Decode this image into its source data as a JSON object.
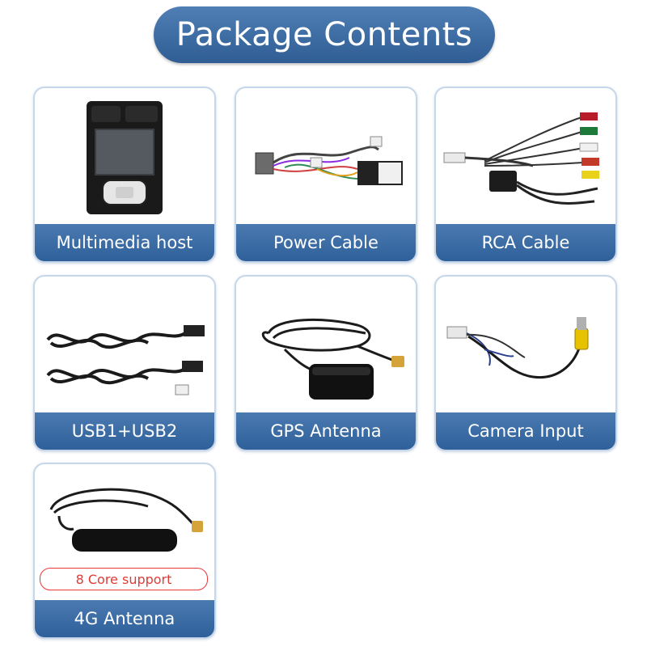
{
  "header": {
    "title": "Package Contents"
  },
  "items": [
    {
      "label": "Multimedia host",
      "icon": "head-unit-icon"
    },
    {
      "label": "Power Cable",
      "icon": "power-harness-icon"
    },
    {
      "label": "RCA Cable",
      "icon": "rca-cable-icon"
    },
    {
      "label": "USB1+USB2",
      "icon": "usb-cable-icon"
    },
    {
      "label": "GPS Antenna",
      "icon": "gps-antenna-icon"
    },
    {
      "label": "Camera Input",
      "icon": "camera-input-cable-icon"
    },
    {
      "label": "4G Antenna",
      "icon": "lte-antenna-icon",
      "badge": "8 Core support"
    }
  ],
  "colors": {
    "accent": "#3a6aa3",
    "badge": "#e53935"
  }
}
